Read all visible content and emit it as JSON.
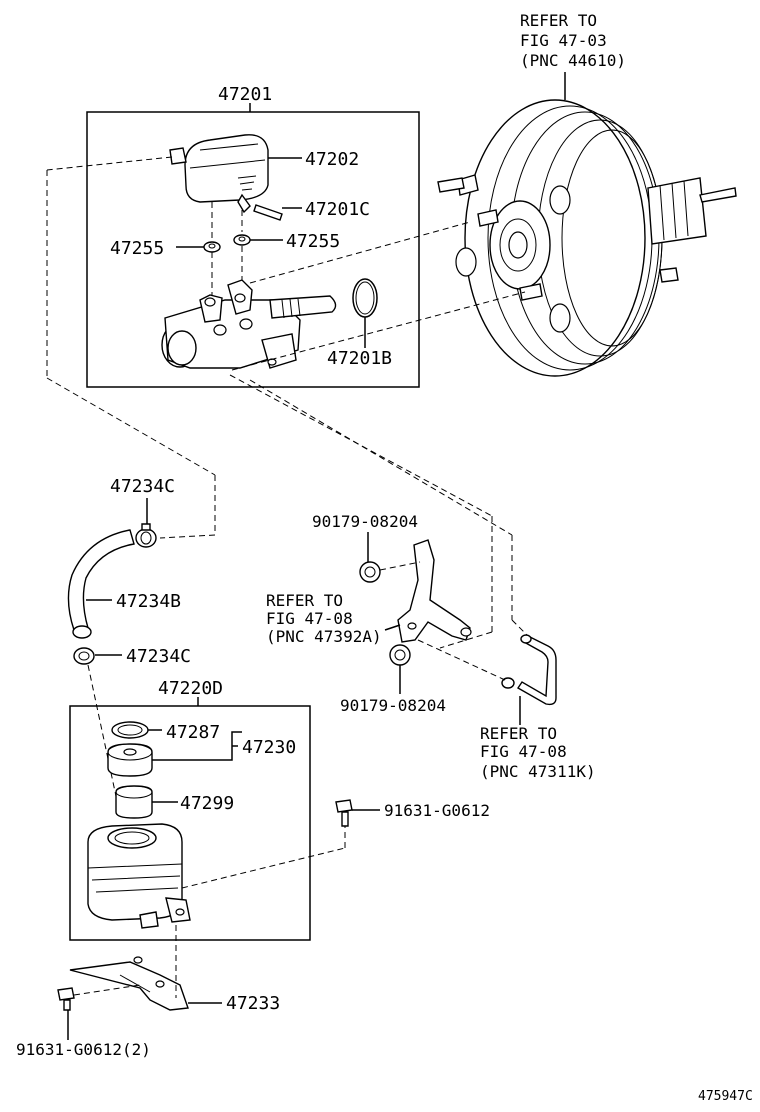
{
  "labels": {
    "ref_booster_1": "REFER TO",
    "ref_booster_2": "FIG 47-03",
    "ref_booster_3": "(PNC 44610)",
    "p47201": "47201",
    "p47202": "47202",
    "p47201C": "47201C",
    "p47255_left": "47255",
    "p47255_right": "47255",
    "p47201B": "47201B",
    "p47234C_top": "47234C",
    "p47234B": "47234B",
    "p47234C_bottom": "47234C",
    "p90179_top": "90179-08204",
    "ref_bracket_1": "REFER TO",
    "ref_bracket_2": "FIG 47-08",
    "ref_bracket_3": "(PNC 47392A)",
    "p90179_bottom": "90179-08204",
    "ref_tube_1": "REFER TO",
    "ref_tube_2": "FIG 47-08",
    "ref_tube_3": "(PNC 47311K)",
    "p47220D": "47220D",
    "p47287": "47287",
    "p47230": "47230",
    "p47299": "47299",
    "p91631_right": "91631-G0612",
    "p47233": "47233",
    "p91631_left": "91631-G0612(2)",
    "fig_number": "475947C"
  }
}
